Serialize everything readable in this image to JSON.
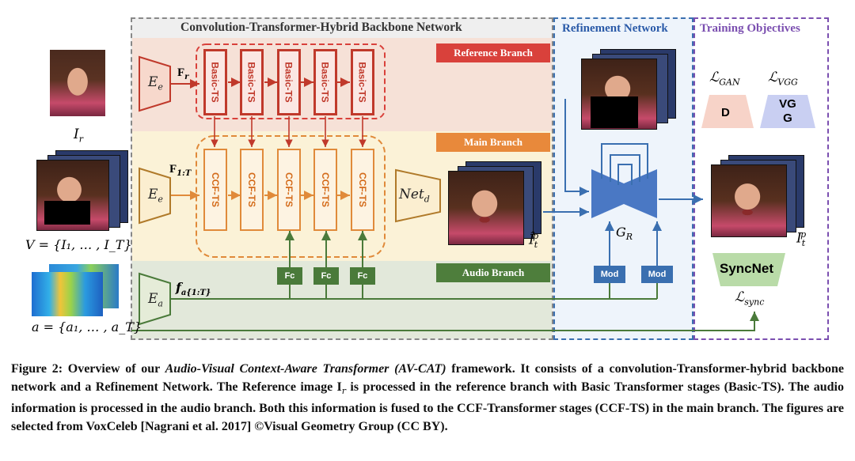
{
  "figure": {
    "backbone_title": "Convolution-Transformer-Hybrid Backbone Network",
    "refinement_title": "Refinement Network",
    "training_title": "Training Objectives",
    "reference_branch": "Reference Branch",
    "main_branch": "Main Branch",
    "audio_branch": "Audio Branch",
    "encoder_ref": "E",
    "encoder_ref_sub": "e",
    "encoder_main": "E",
    "encoder_main_sub": "e",
    "encoder_audio": "E",
    "encoder_audio_sub": "a",
    "feat_ref": "F",
    "feat_ref_sub": "r",
    "feat_main": "F",
    "feat_main_sub": "1:T",
    "feat_audio": "f",
    "feat_audio_sub": "a{1:T}",
    "basic_ts": [
      "Basic-TS",
      "Basic-TS",
      "Basic-TS",
      "Basic-TS",
      "Basic-TS"
    ],
    "ccf_ts": [
      "CCF-TS",
      "CCF-TS",
      "CCF-TS",
      "CCF-TS",
      "CCF-TS"
    ],
    "fc": [
      "Fc",
      "Fc",
      "Fc"
    ],
    "netd": "Net",
    "netd_sub": "d",
    "generator": "G",
    "generator_sub": "R",
    "mod": [
      "Mod",
      "Mod"
    ],
    "loss_gan": "ℒ",
    "loss_gan_sub": "GAN",
    "loss_vgg": "ℒ",
    "loss_vgg_sub": "VGG",
    "disc": "D",
    "vgg_label": "VG G",
    "syncnet": "SyncNet",
    "loss_sync": "ℒ",
    "loss_sync_sub": "sync",
    "ir_label": "I",
    "ir_sub": "r",
    "v_label": "V = {I₁, … , I_T}",
    "a_label": "a = {a₁, … , a_T}",
    "it_hat_label": "Î",
    "it_hat_sub": "t",
    "it_hat_sup": "p",
    "it_label": "I",
    "it_sub": "t",
    "it_sup": "p"
  },
  "caption": {
    "prefix": "Figure 2: Overview of our ",
    "italic": "Audio-Visual Context-Aware Transformer (AV-CAT)",
    "suffix": " framework. It consists of a convolution-Transformer-hybrid backbone network and a Refinement Network. The Reference image I",
    "suffix_sub": "r",
    "rest": " is processed in the reference branch with Basic Transformer stages (Basic-TS). The audio information is processed in the audio branch. Both this information is fused to the CCF-Transformer stages (CCF-TS) in the main branch. The figures are selected from VoxCeleb [Nagrani et al. 2017] ©Visual Geometry Group (CC BY)."
  },
  "colors": {
    "ref_band": "#f6e1d7",
    "main_band": "#fbf2d7",
    "audio_band": "#e2e8da",
    "red": "#c0392b",
    "orange": "#e08a3a",
    "green": "#4a7a3a",
    "blue": "#3a6fb0",
    "purple": "#7b4fb0"
  }
}
